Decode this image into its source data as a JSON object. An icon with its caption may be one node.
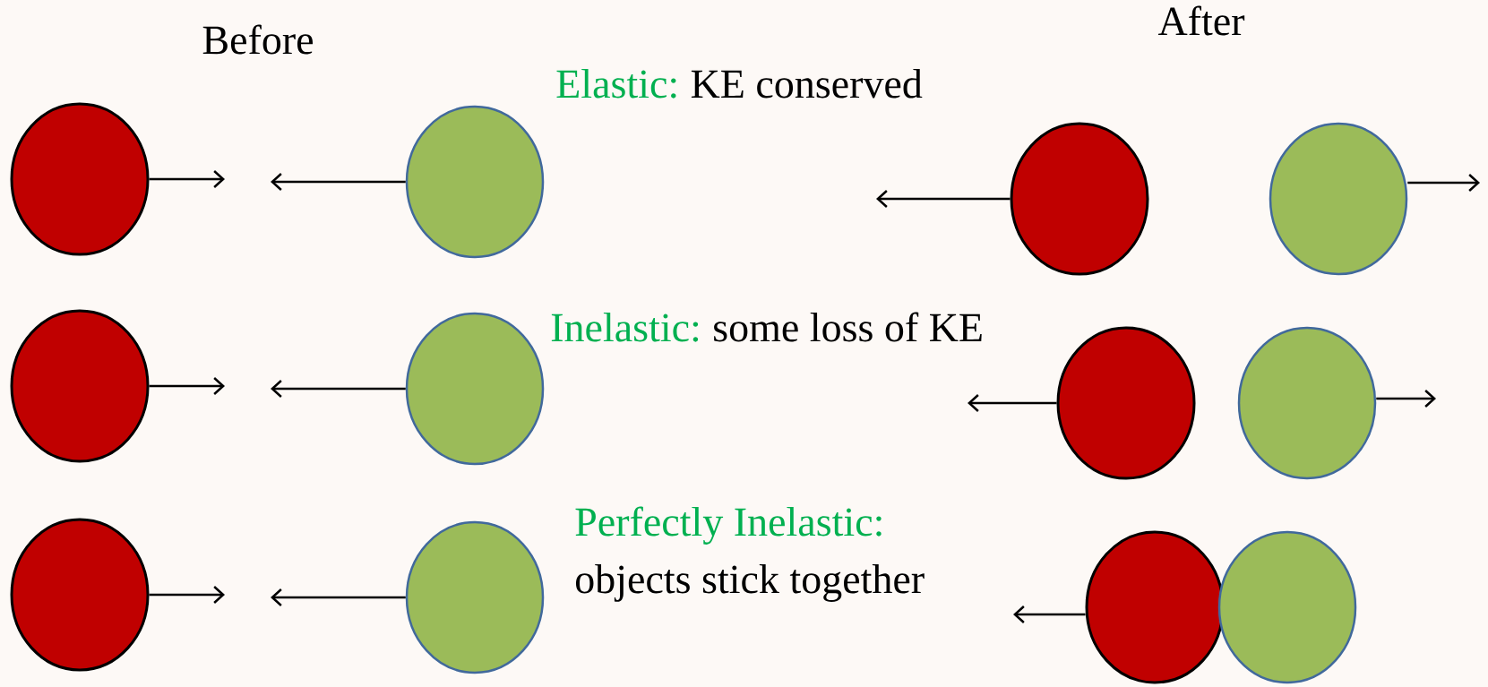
{
  "diagram": {
    "nodes": [
      {
        "text": [],
        "shape": "circle"
      },
      {
        "text": [],
        "shape": "circle"
      },
      {
        "text": [],
        "shape": "circle"
      },
      {
        "text": [],
        "shape": "circle"
      },
      {
        "text": [],
        "shape": "circle"
      },
      {
        "text": [],
        "shape": "circle"
      },
      {
        "text": [],
        "shape": "circle"
      },
      {
        "text": [],
        "shape": "circle"
      },
      {
        "text": [],
        "shape": "circle"
      },
      {
        "text": [],
        "shape": "circle"
      },
      {
        "text": [],
        "shape": "circle"
      },
      {
        "text": [],
        "shape": "circle"
      }
    ],
    "edges": [
      {
        "from": 0,
        "to": null,
        "arrow": "to"
      },
      {
        "from": 1,
        "to": null,
        "arrow": "to"
      },
      {
        "from": 2,
        "to": null,
        "arrow": "to"
      },
      {
        "from": 3,
        "to": null,
        "arrow": "to"
      },
      {
        "from": 4,
        "to": null,
        "arrow": "to"
      },
      {
        "from": 5,
        "to": null,
        "arrow": "to"
      },
      {
        "from": 6,
        "to": null,
        "arrow": "to"
      },
      {
        "from": 7,
        "to": null,
        "arrow": "to"
      },
      {
        "from": 8,
        "to": null,
        "arrow": "to"
      },
      {
        "from": 9,
        "to": null,
        "arrow": "to"
      },
      {
        "from": 10,
        "to": null,
        "arrow": "to"
      }
    ],
    "labels": [
      "Before",
      "After",
      "Elastic:",
      "KE conserved",
      "Inelastic:",
      "some loss of KE",
      "Perfectly Inelastic:",
      "objects stick together"
    ]
  }
}
